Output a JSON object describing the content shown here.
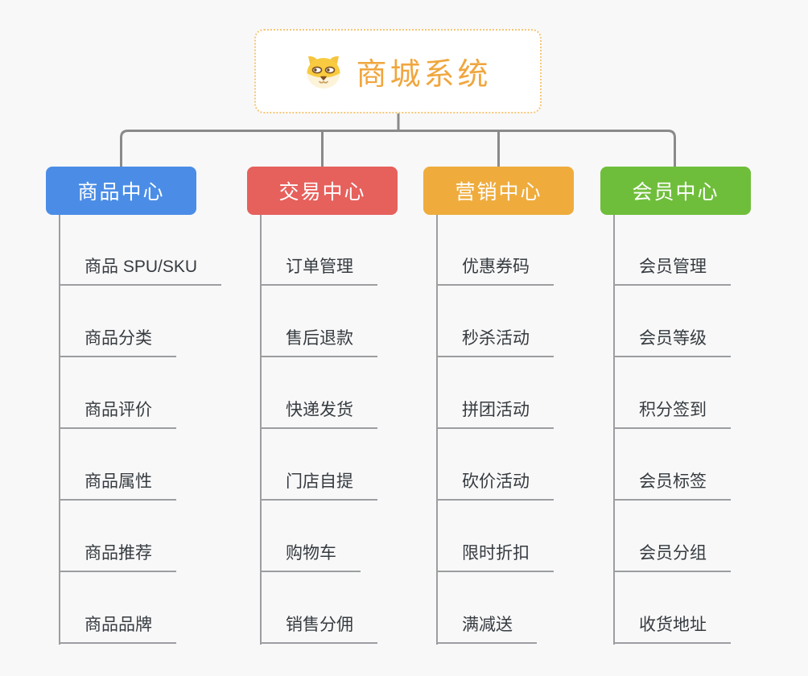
{
  "canvas": {
    "background": "#f8f8f8"
  },
  "root": {
    "title": "商城系统",
    "title_color": "#f0a63e",
    "border_color": "#f5c577",
    "icon": "dog-face-icon"
  },
  "colors": {
    "connector": "#8a8a8a",
    "branch_line": "#9c9ea1",
    "leaf_text": "#363b40"
  },
  "branches": [
    {
      "label": "商品中心",
      "color": "#4b8de6",
      "items": [
        "商品 SPU/SKU",
        "商品分类",
        "商品评价",
        "商品属性",
        "商品推荐",
        "商品品牌"
      ]
    },
    {
      "label": "交易中心",
      "color": "#e6605c",
      "items": [
        "订单管理",
        "售后退款",
        "快递发货",
        "门店自提",
        "购物车",
        "销售分佣"
      ]
    },
    {
      "label": "营销中心",
      "color": "#efac3d",
      "items": [
        "优惠券码",
        "秒杀活动",
        "拼团活动",
        "砍价活动",
        "限时折扣",
        "满减送"
      ]
    },
    {
      "label": "会员中心",
      "color": "#6fbe3b",
      "items": [
        "会员管理",
        "会员等级",
        "积分签到",
        "会员标签",
        "会员分组",
        "收货地址"
      ]
    }
  ]
}
